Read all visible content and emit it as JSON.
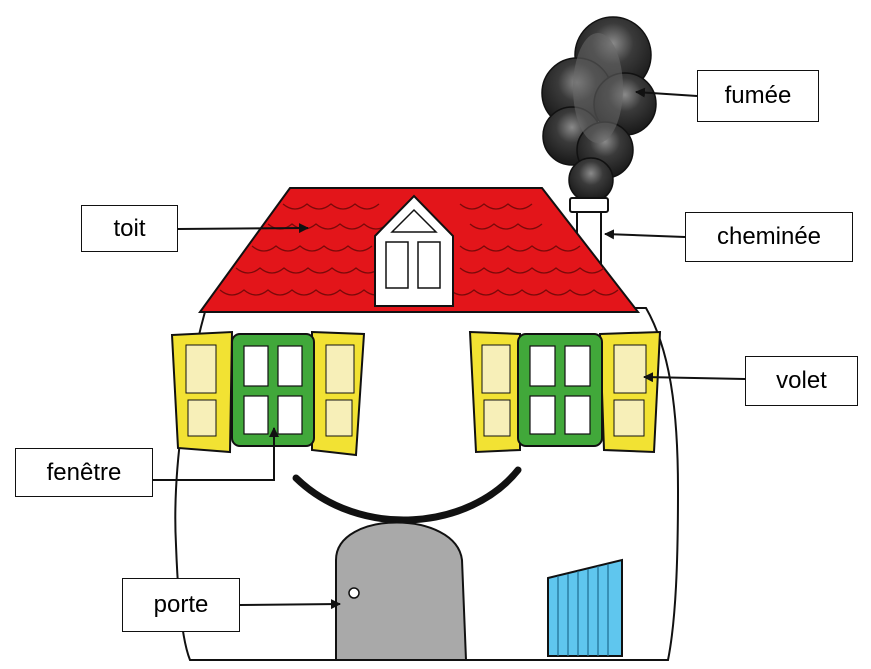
{
  "labels": {
    "fumee": "fumée",
    "toit": "toit",
    "cheminee": "cheminée",
    "volet": "volet",
    "fenetre": "fenêtre",
    "porte": "porte"
  },
  "colors": {
    "roof": "#e3151a",
    "shutter": "#f2e233",
    "window_frame": "#41a83a",
    "door": "#a9a9a9",
    "small_door": "#5fc6ee",
    "smoke": "#2b2b2b",
    "outline": "#111111"
  }
}
